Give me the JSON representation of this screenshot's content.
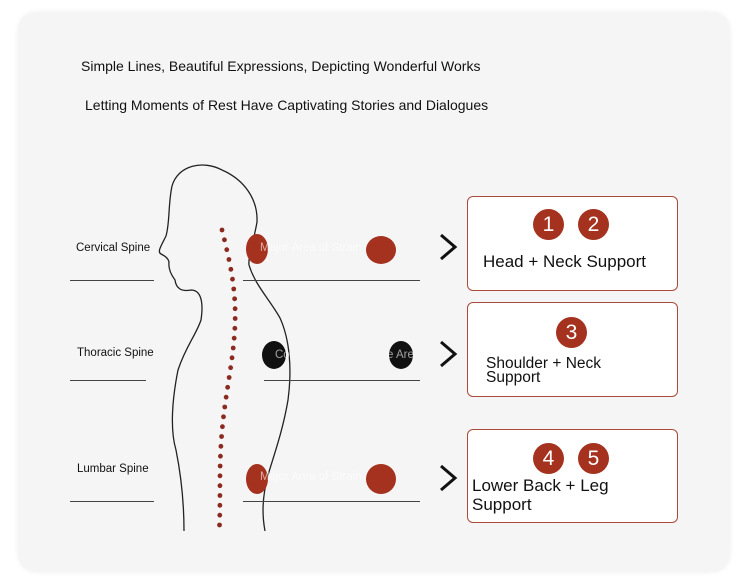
{
  "headline_1": "Simple Lines, Beautiful Expressions, Depicting Wonderful Works",
  "headline_2": "Letting Moments of Rest Have Captivating Stories and Dialogues",
  "spine_labels": {
    "cervical": "Cervical Spine",
    "thoracic": "Thoracic Spine",
    "lumbar": "Lumbar Spine"
  },
  "strain_text": {
    "cervical": "Major Area of Strain",
    "thoracic_left": "Co",
    "thoracic_right": "e Are",
    "lumbar": "Major Area of Strain"
  },
  "support_boxes": [
    {
      "numbers": [
        "1",
        "2"
      ],
      "label": "Head + Neck Support"
    },
    {
      "numbers": [
        "3"
      ],
      "label": "Shoulder + Neck Support"
    },
    {
      "numbers": [
        "4",
        "5"
      ],
      "label": "Lower Back + Leg Support"
    }
  ],
  "colors": {
    "accent_red": "#a4321f",
    "box_border": "#a84b3a",
    "spine_dot": "#8a2a20"
  }
}
